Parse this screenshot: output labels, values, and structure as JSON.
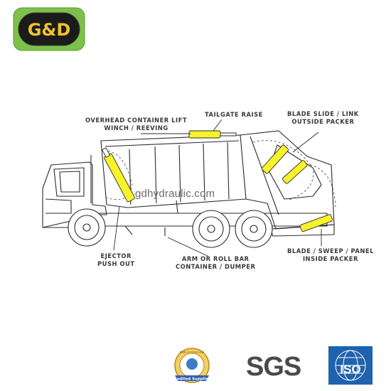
{
  "brand": {
    "logo_text": "G&D",
    "accent": "#f2c230",
    "badge_green": "#6eb43f"
  },
  "watermark": "gdhydraulic.com",
  "callouts": [
    {
      "id": "overhead",
      "lines": [
        "OVERHEAD CONTAINER LIFT",
        "WINCH / REEVING"
      ]
    },
    {
      "id": "tailgate",
      "lines": [
        "TAILGATE RAISE"
      ]
    },
    {
      "id": "blade-slide",
      "lines": [
        "BLADE SLIDE / LINK",
        "OUTSIDE PACKER"
      ]
    },
    {
      "id": "ejector",
      "lines": [
        "EJECTOR",
        "PUSH OUT"
      ]
    },
    {
      "id": "arm",
      "lines": [
        "ARM OR ROLL BAR",
        "CONTAINER / DUMPER"
      ]
    },
    {
      "id": "blade-sweep",
      "lines": [
        "BLADE / SWEEP / PANEL",
        "INSIDE PACKER"
      ]
    }
  ],
  "certifications": [
    {
      "name": "audited-supplier",
      "text": "Audited Supplier",
      "ring_text": "Made-in-China.com"
    },
    {
      "name": "sgs",
      "text": "SGS"
    },
    {
      "name": "iso",
      "text": "ISO"
    }
  ],
  "colors": {
    "cylinder": "#f7f22a",
    "line": "#2a2a2a",
    "label": "#3a3a3a",
    "iso_blue": "#1f62ae"
  }
}
